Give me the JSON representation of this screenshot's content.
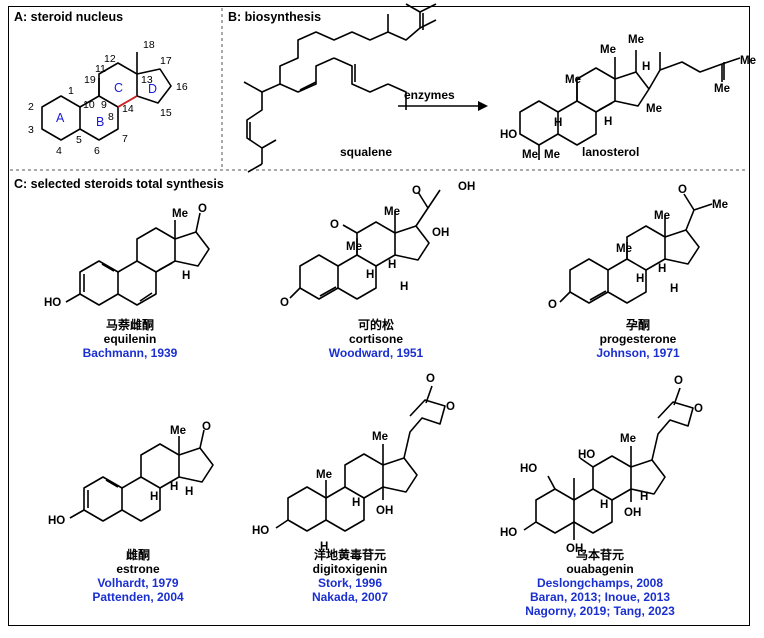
{
  "section_a": {
    "title": "A: steroid nucleus",
    "ring_labels": [
      "A",
      "B",
      "C",
      "D"
    ],
    "numbers": [
      "1",
      "2",
      "3",
      "4",
      "5",
      "6",
      "7",
      "8",
      "9",
      "10",
      "11",
      "12",
      "13",
      "14",
      "15",
      "16",
      "17",
      "18",
      "19"
    ]
  },
  "section_b": {
    "title": "B: biosynthesis",
    "arrow_label": "enzymes",
    "left_name": "squalene",
    "right_name": "lanosterol"
  },
  "section_c": {
    "title": "C: selected steroids total synthesis",
    "compounds": [
      {
        "cn": "马萘雌酮",
        "name": "equilenin",
        "refs": [
          "Bachmann, 1939"
        ]
      },
      {
        "cn": "可的松",
        "name": "cortisone",
        "refs": [
          "Woodward, 1951"
        ]
      },
      {
        "cn": "孕酮",
        "name": "progesterone",
        "refs": [
          "Johnson, 1971"
        ]
      },
      {
        "cn": "雌酮",
        "name": "estrone",
        "refs": [
          "Volhardt, 1979",
          "Pattenden, 2004"
        ]
      },
      {
        "cn": "洋地黄毒苷元",
        "name": "digitoxigenin",
        "refs": [
          "Stork, 1996",
          "Nakada, 2007"
        ]
      },
      {
        "cn": "乌本苷元",
        "name": "ouabagenin",
        "refs": [
          "Deslongchamps, 2008",
          "Baran, 2013; Inoue, 2013",
          "Nagorny, 2019; Tang, 2023"
        ]
      }
    ]
  },
  "atoms": {
    "me": "Me",
    "h": "H",
    "o": "O",
    "oh": "OH",
    "ho": "HO"
  },
  "colors": {
    "ring_label": "#1a1ad8",
    "reference": "#1a2fd0",
    "highlight_bond": "#d82020"
  }
}
